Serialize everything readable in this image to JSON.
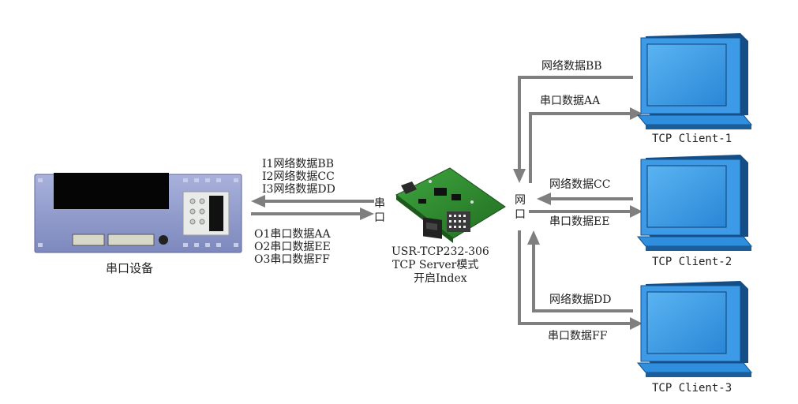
{
  "serial_device": {
    "label": "串口设备"
  },
  "left_link": {
    "incoming": [
      "I1网络数据BB",
      "I2网络数据CC",
      "I3网络数据DD"
    ],
    "outgoing": [
      "O1串口数据AA",
      "O2串口数据EE",
      "O3串口数据FF"
    ]
  },
  "module": {
    "serial_port_label": [
      "串",
      "口"
    ],
    "net_port_label": [
      "网",
      "口"
    ],
    "caption": [
      "USR-TCP232-306",
      "TCP Server模式",
      "开启Index"
    ]
  },
  "clients": [
    {
      "label": "TCP Client-1",
      "net_data": "网络数据BB",
      "serial_data": "串口数据AA"
    },
    {
      "label": "TCP Client-2",
      "net_data": "网络数据CC",
      "serial_data": "串口数据EE"
    },
    {
      "label": "TCP Client-3",
      "net_data": "网络数据DD",
      "serial_data": "串口数据FF"
    }
  ],
  "colors": {
    "arrow": "#7f7f7f",
    "monitor_blue": "#2f8fde",
    "monitor_frame": "#1b5e9a",
    "pcb_green": "#2f8a2f",
    "device_panel": "#8f9bc9"
  }
}
